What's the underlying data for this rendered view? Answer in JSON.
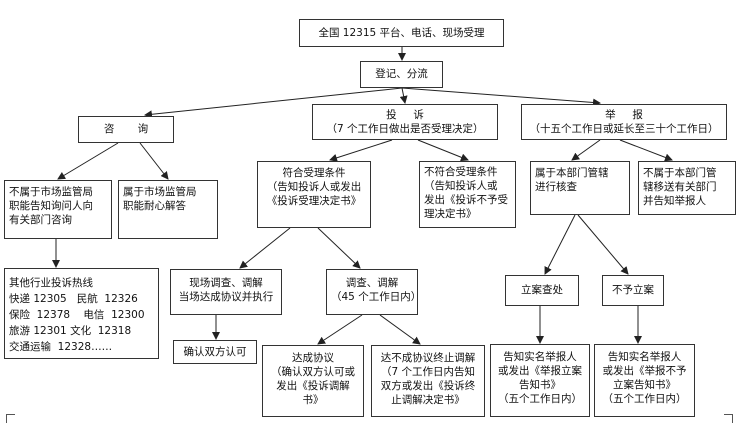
{
  "nodes": {
    "intake": {
      "lines": [
        "全国 12315 平台、电话、现场受理"
      ]
    },
    "register": {
      "lines": [
        "登记、分流"
      ]
    },
    "consult": {
      "lines": [
        "咨       询"
      ]
    },
    "complaint": {
      "lines": [
        "投     诉",
        "（7 个工作日做出是否受理决定）"
      ]
    },
    "report": {
      "lines": [
        "举     报",
        "（十五个工作日或延长至三十个工作日）"
      ]
    },
    "consult_not_msa": {
      "lines": [
        "不属于市场监管局",
        "职能告知询问人向",
        "有关部门咨询"
      ]
    },
    "consult_msa": {
      "lines": [
        "属于市场监管局",
        "职能耐心解答"
      ]
    },
    "accept_ok": {
      "lines": [
        "符合受理条件",
        "（告知投诉人或发出",
        "《投诉受理决定书》"
      ]
    },
    "accept_no": {
      "lines": [
        "不符合受理条件",
        "（告知投诉人或",
        "发出《投诉不予受",
        "理决定书》"
      ]
    },
    "report_own": {
      "lines": [
        "属于本部门管辖",
        "进行核查"
      ]
    },
    "report_other": {
      "lines": [
        "不属于本部门管",
        "辖移送有关部门",
        "并告知举报人"
      ]
    },
    "hotlines": {
      "lines": [
        "其他行业投诉热线",
        "快递 12305   民航  12326",
        "保险  12378    电信  12300",
        "旅游 12301 文化  12318",
        "交通运输  12328……"
      ]
    },
    "onsite": {
      "lines": [
        "现场调查、调解",
        "当场达成协议并执行"
      ]
    },
    "investigate": {
      "lines": [
        "调查、调解",
        "（45 个工作日内）"
      ]
    },
    "file_case": {
      "lines": [
        "立案查处"
      ]
    },
    "no_case": {
      "lines": [
        "不予立案"
      ]
    },
    "confirm": {
      "lines": [
        "确认双方认可"
      ]
    },
    "agreement": {
      "lines": [
        "达成协议",
        "（确认双方认可或",
        "发出《投诉调解",
        "书》"
      ]
    },
    "no_agreement": {
      "lines": [
        "达不成协议终止调解",
        "（7 个工作日内告知",
        "双方或发出《投诉终",
        "止调解决定书》"
      ]
    },
    "notify_filed": {
      "lines": [
        "告知实名举报人",
        "或发出《举报立案",
        "告知书》",
        "（五个工作日内）"
      ]
    },
    "notify_not_filed": {
      "lines": [
        "告知实名举报人",
        "或发出《举报不予",
        "立案告知书》",
        "（五个工作日内）"
      ]
    }
  }
}
